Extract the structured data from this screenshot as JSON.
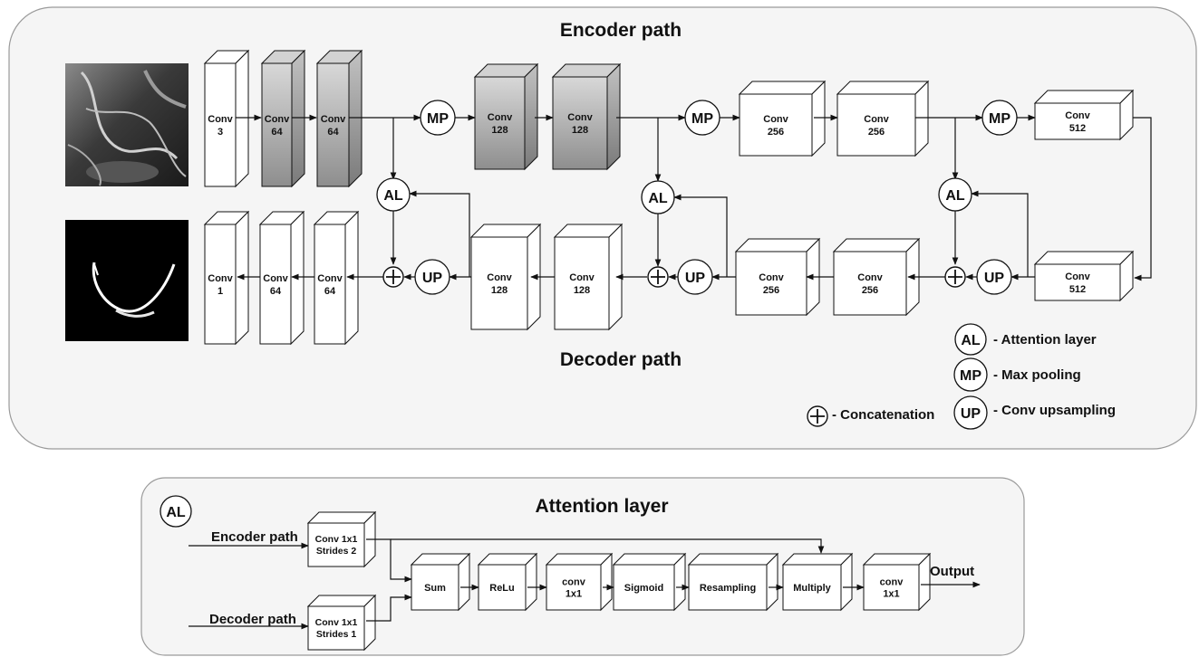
{
  "main_diagram": {
    "encoder_title": "Encoder path",
    "decoder_title": "Decoder path",
    "encoder_blocks": [
      {
        "line1": "Conv",
        "line2": "3"
      },
      {
        "line1": "Conv",
        "line2": "64"
      },
      {
        "line1": "Conv",
        "line2": "64"
      },
      {
        "line1": "Conv",
        "line2": "128"
      },
      {
        "line1": "Conv",
        "line2": "128"
      },
      {
        "line1": "Conv",
        "line2": "256"
      },
      {
        "line1": "Conv",
        "line2": "256"
      },
      {
        "line1": "Conv",
        "line2": "512"
      }
    ],
    "decoder_blocks": [
      {
        "line1": "Conv",
        "line2": "1"
      },
      {
        "line1": "Conv",
        "line2": "64"
      },
      {
        "line1": "Conv",
        "line2": "64"
      },
      {
        "line1": "Conv",
        "line2": "128"
      },
      {
        "line1": "Conv",
        "line2": "128"
      },
      {
        "line1": "Conv",
        "line2": "256"
      },
      {
        "line1": "Conv",
        "line2": "256"
      },
      {
        "line1": "Conv",
        "line2": "512"
      }
    ],
    "symbols": {
      "attention": "AL",
      "maxpool": "MP",
      "upsampling": "UP"
    },
    "legend": {
      "attention": "- Attention layer",
      "maxpool": "- Max pooling",
      "upsampling": "- Conv upsampling",
      "concat": "- Concatenation"
    },
    "colors": {
      "panel_bg": "#f5f5f5",
      "grey_block": "#b0b0b0",
      "line": "#111111"
    }
  },
  "attention_layer": {
    "badge": "AL",
    "title": "Attention layer",
    "encoder_input": "Encoder path",
    "decoder_input": "Decoder path",
    "conv_encoder": {
      "line1": "Conv 1x1",
      "line2": "Strides 2"
    },
    "conv_decoder": {
      "line1": "Conv 1x1",
      "line2": "Strides 1"
    },
    "sum": "Sum",
    "relu": "ReLu",
    "conv_mid": {
      "line1": "conv",
      "line2": "1x1"
    },
    "sigmoid": "Sigmoid",
    "resampling": "Resampling",
    "multiply": "Multiply",
    "conv_out": {
      "line1": "conv",
      "line2": "1x1"
    },
    "output": "Output"
  }
}
